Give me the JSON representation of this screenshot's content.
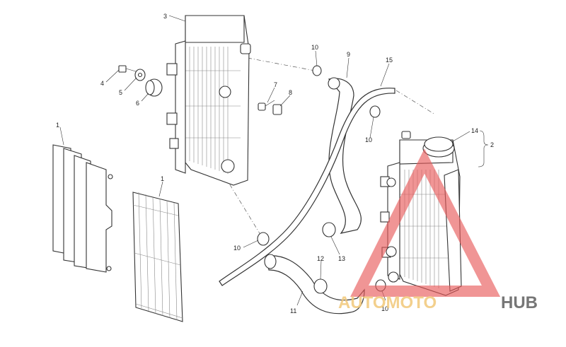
{
  "callouts": [
    {
      "id": "c1a",
      "text": "1"
    },
    {
      "id": "c1b",
      "text": "1"
    },
    {
      "id": "c2",
      "text": "2"
    },
    {
      "id": "c3",
      "text": "3"
    },
    {
      "id": "c4",
      "text": "4"
    },
    {
      "id": "c5",
      "text": "5"
    },
    {
      "id": "c6",
      "text": "6"
    },
    {
      "id": "c7",
      "text": "7"
    },
    {
      "id": "c8",
      "text": "8"
    },
    {
      "id": "c9",
      "text": "9"
    },
    {
      "id": "c10a",
      "text": "10"
    },
    {
      "id": "c10b",
      "text": "10"
    },
    {
      "id": "c10c",
      "text": "10"
    },
    {
      "id": "c10d",
      "text": "10"
    },
    {
      "id": "c11",
      "text": "11"
    },
    {
      "id": "c12",
      "text": "12"
    },
    {
      "id": "c13",
      "text": "13"
    },
    {
      "id": "c14",
      "text": "14"
    },
    {
      "id": "c15",
      "text": "15"
    }
  ],
  "watermark": {
    "part1": "AUTOMOTO",
    "part2": "HUB",
    "color1": "#f2c87a",
    "color2": "#5f5f5f",
    "triangle_color": "#e85a5a"
  }
}
